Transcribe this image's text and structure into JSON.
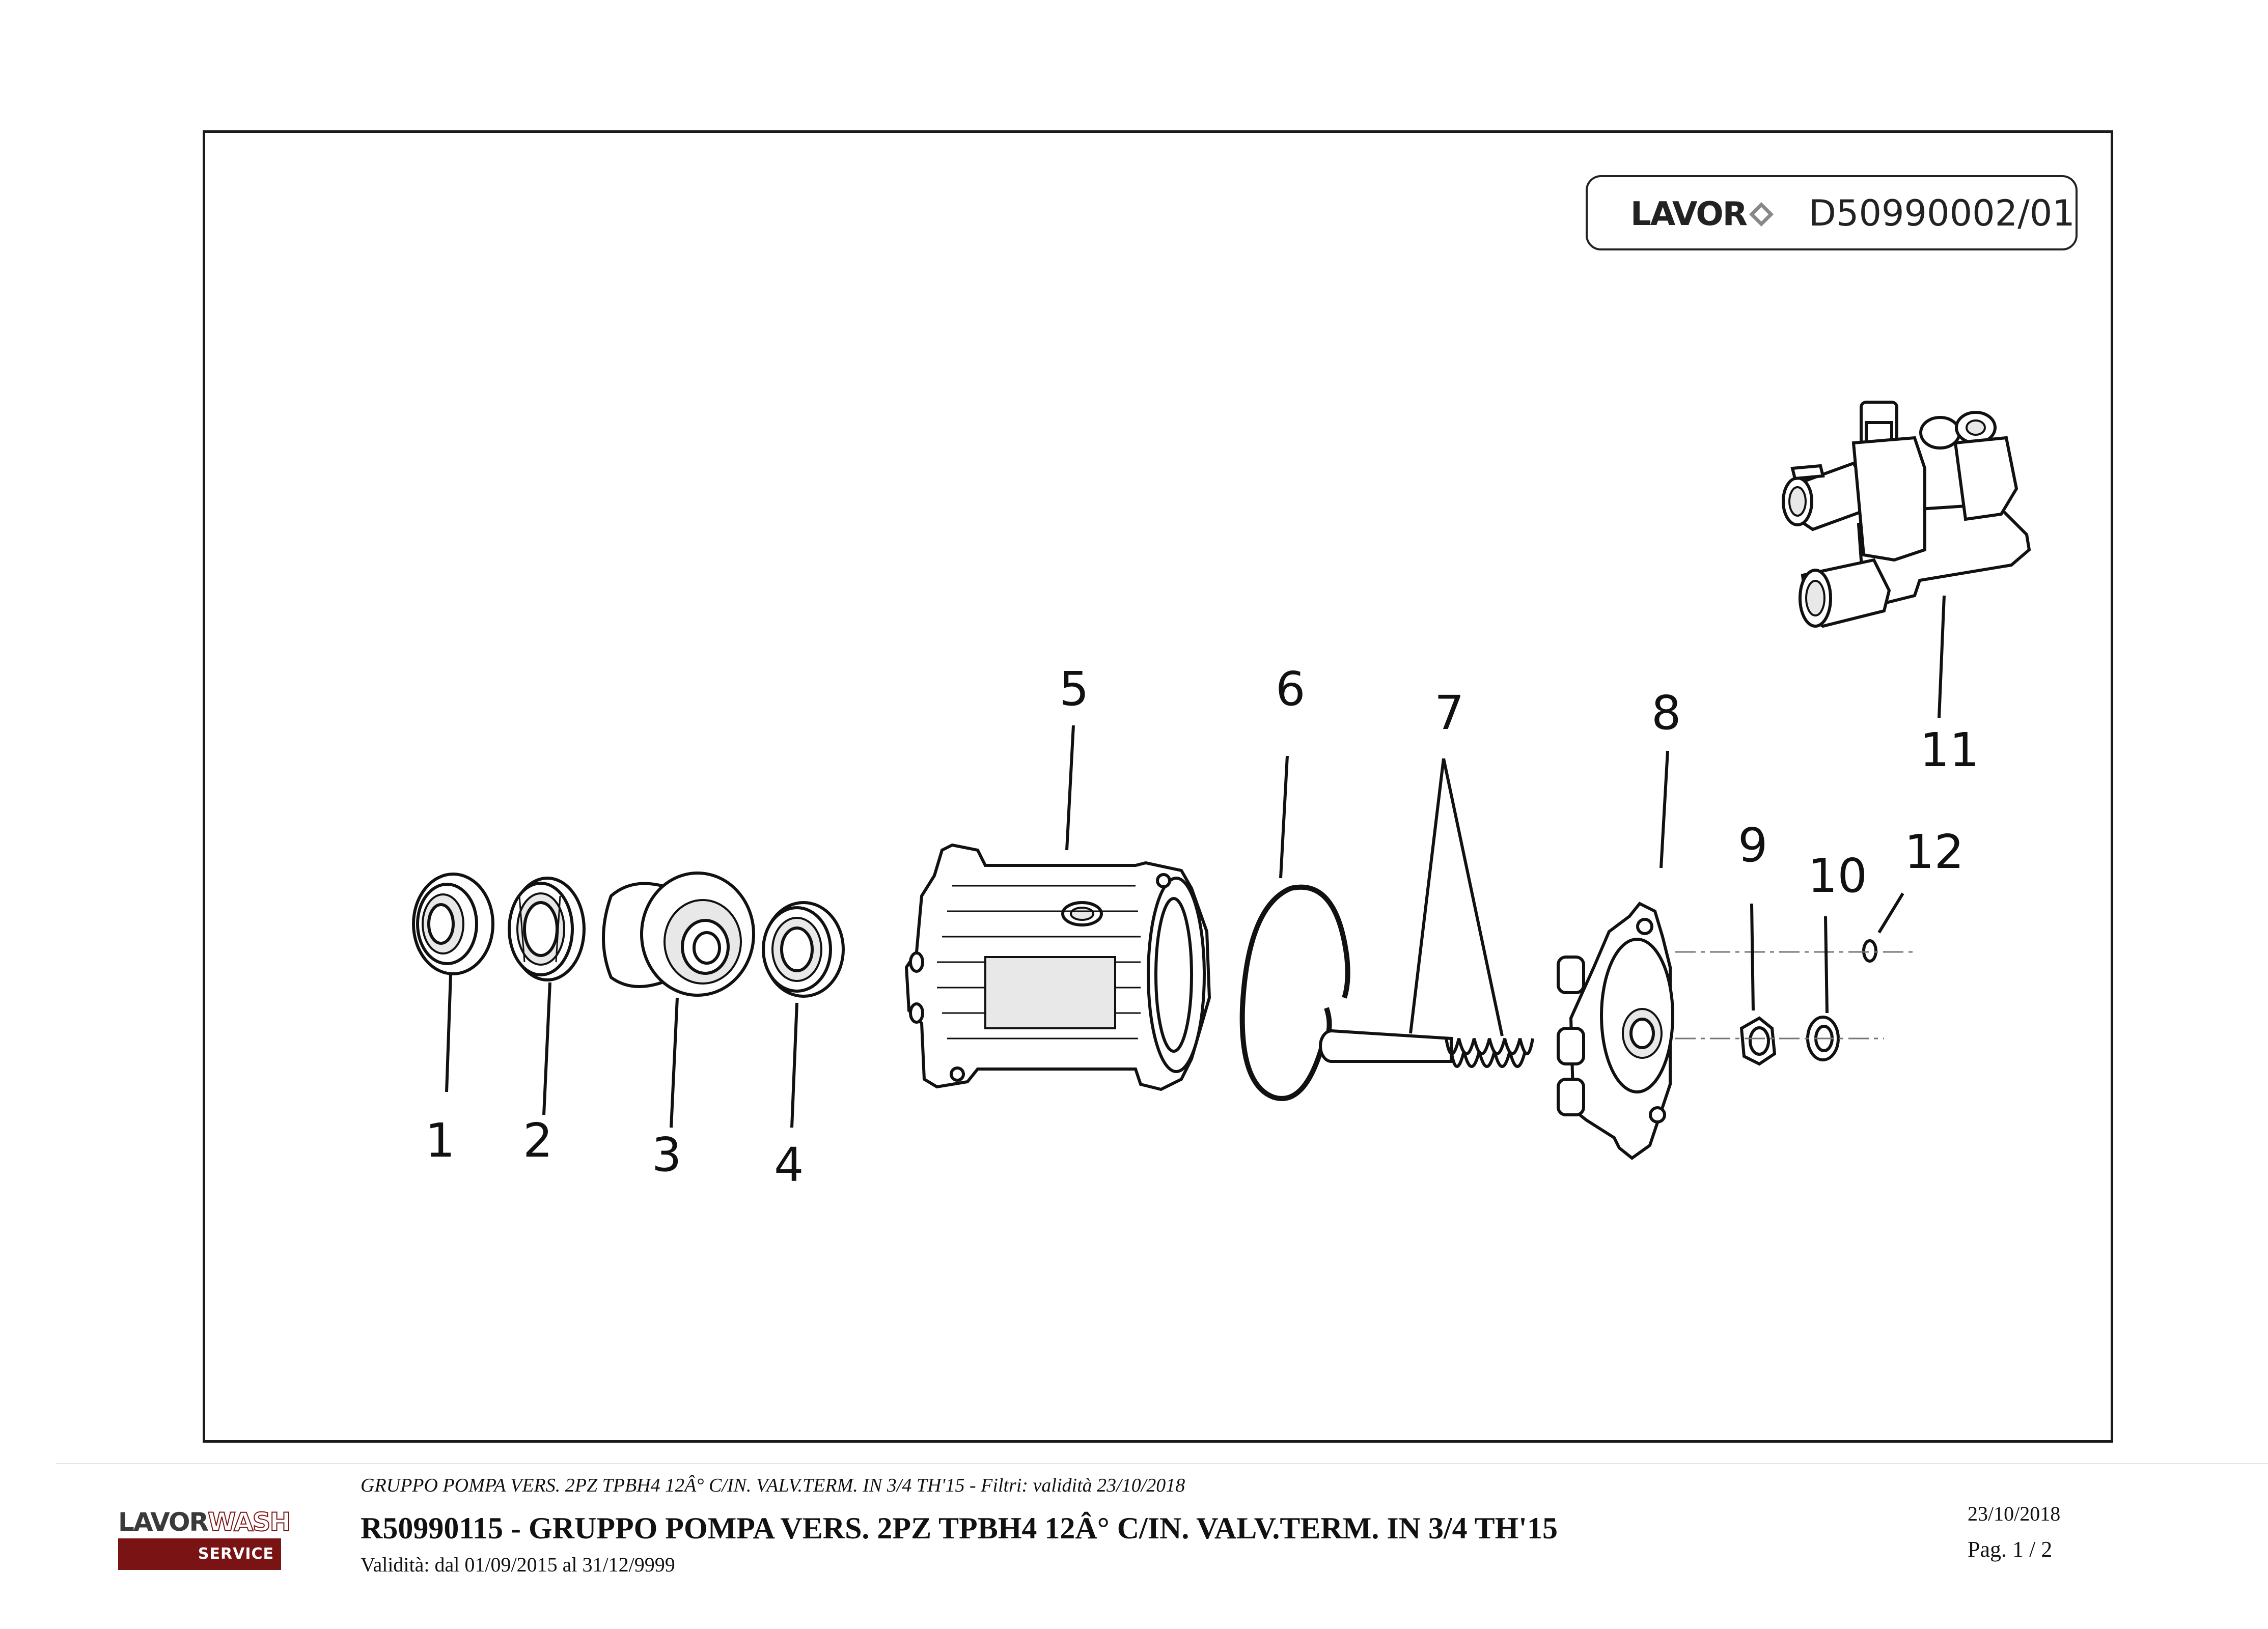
{
  "header": {
    "brand": "LAVOR",
    "drawing_code": "D50990002/01"
  },
  "parts": {
    "labels": [
      "1",
      "2",
      "3",
      "4",
      "5",
      "6",
      "7",
      "8",
      "9",
      "10",
      "11",
      "12"
    ]
  },
  "footer": {
    "logo_brand": "LAVOR",
    "logo_wash": "WASH",
    "logo_service": "SERVICE",
    "subtitle": "GRUPPO POMPA VERS. 2PZ TPBH4 12Â° C/IN. VALV.TERM. IN 3/4 TH'15 - Filtri: validità 23/10/2018",
    "title": "R50990115 - GRUPPO POMPA VERS. 2PZ TPBH4 12Â° C/IN. VALV.TERM. IN 3/4 TH'15",
    "validity": "Validità: dal 01/09/2015 al 31/12/9999",
    "date": "23/10/2018",
    "page": "Pag. 1 / 2"
  },
  "colors": {
    "line": "#111111",
    "footer_logo_bar": "#7a1414"
  },
  "icons": [
    "lavor-logo-icon",
    "lavorwash-service-logo-icon"
  ]
}
